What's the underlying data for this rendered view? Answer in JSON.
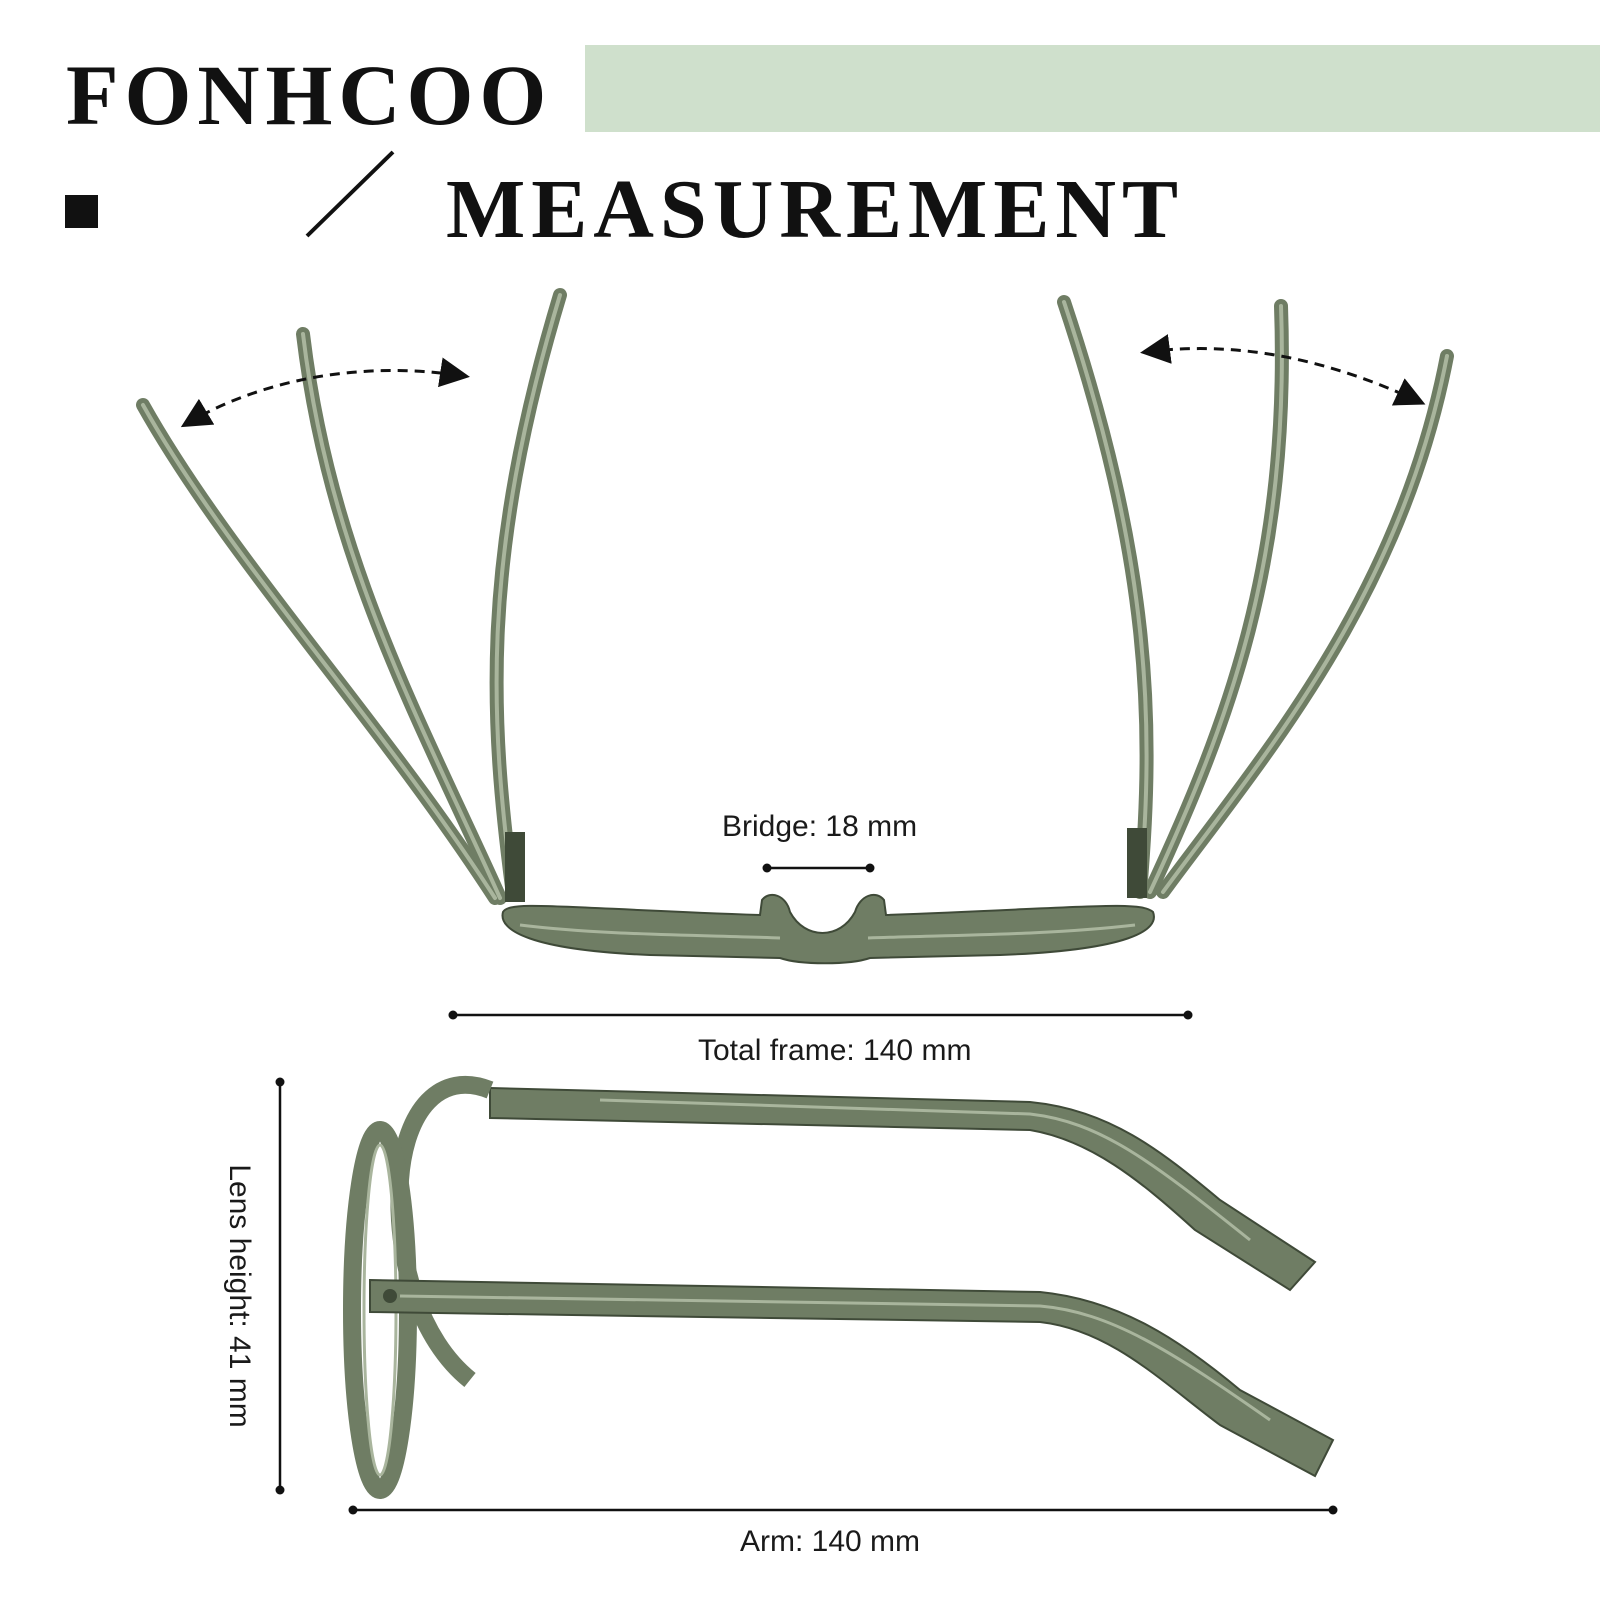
{
  "header": {
    "brand": "FONHCOO",
    "title": "MEASUREMENT",
    "banner_color": "#cfe0cc"
  },
  "colors": {
    "frame": "#6f7d64",
    "frame_dark": "#3f4a38",
    "frame_light": "#a9b59d",
    "dimension_line": "#111111"
  },
  "measurements": {
    "bridge": "Bridge: 18 mm",
    "total_frame": "Total frame: 140 mm",
    "lens_height": "Lens height: 41 mm",
    "arm": "Arm: 140 mm"
  }
}
